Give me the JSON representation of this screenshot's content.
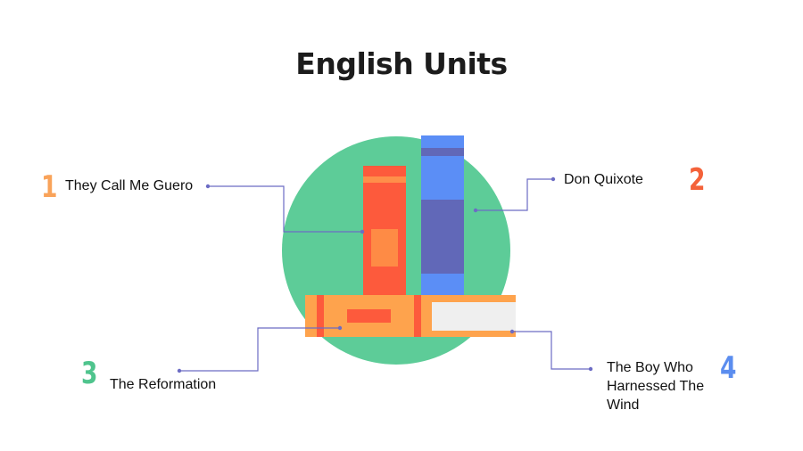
{
  "title": "English Units",
  "items": [
    {
      "number": "1",
      "label": "They Call Me Guero",
      "color": "#f9a35a"
    },
    {
      "number": "2",
      "label": "Don Quixote",
      "color": "#f4623a"
    },
    {
      "number": "3",
      "label": "The Reformation",
      "color": "#4fc48d"
    },
    {
      "number": "4",
      "label": "The Boy Who Harnessed The Wind",
      "color": "#5b8def"
    }
  ],
  "colors": {
    "circle": "#5dcc98",
    "red_book": "#fd5a3c",
    "blue_book": "#5b8ef6",
    "blue_book_dark": "#6168b8",
    "orange_book": "#fea34d",
    "pages": "#efefef",
    "connector": "#6c6cc4"
  }
}
